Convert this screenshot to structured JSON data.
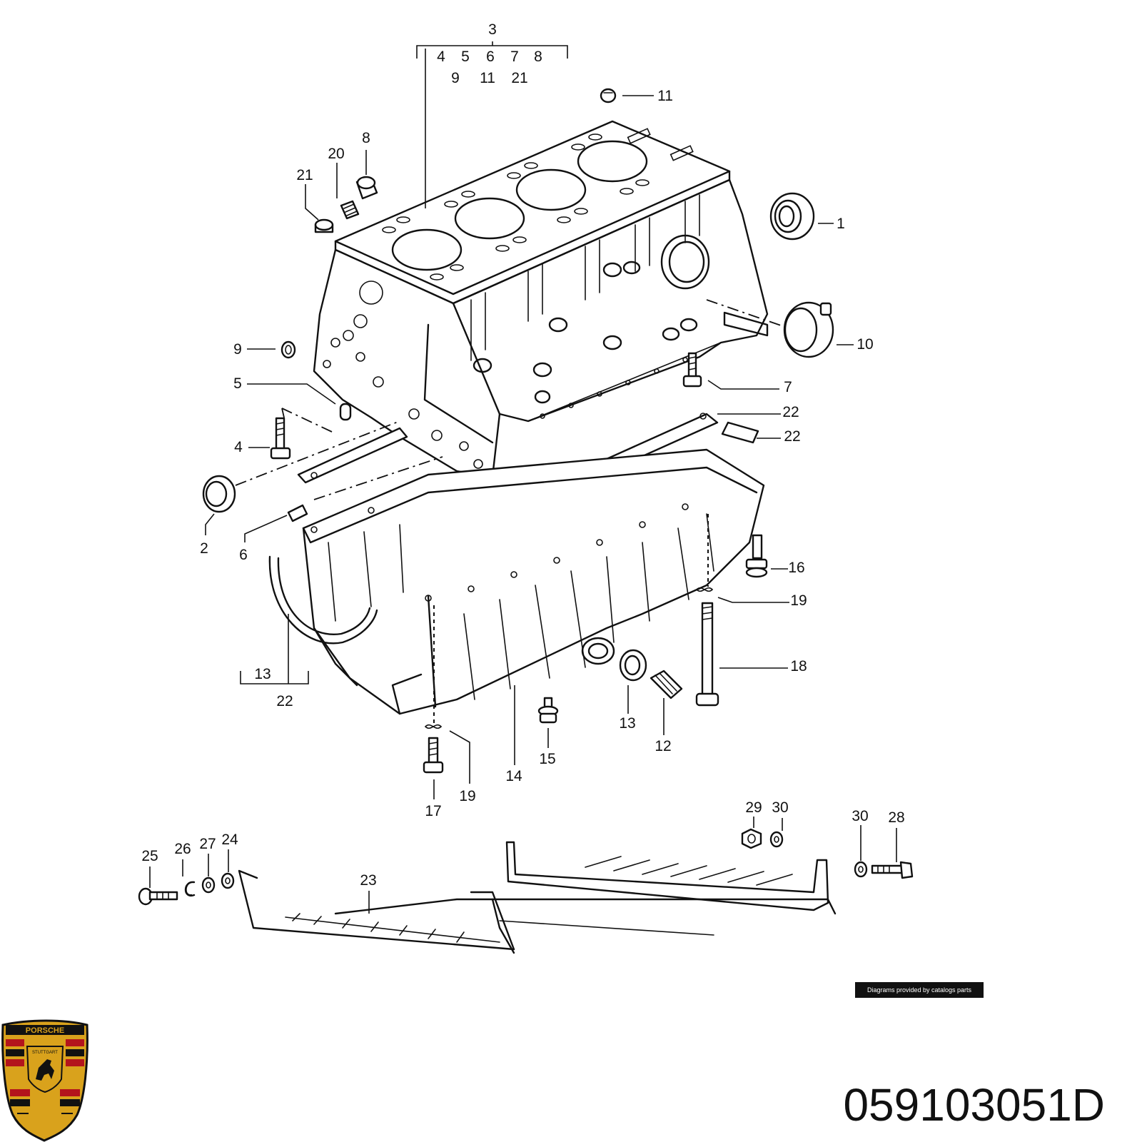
{
  "diagram": {
    "callouts": [
      {
        "id": "c3",
        "text": "3"
      },
      {
        "id": "c4a",
        "text": "4"
      },
      {
        "id": "c5a",
        "text": "5"
      },
      {
        "id": "c6a",
        "text": "6"
      },
      {
        "id": "c7a",
        "text": "7"
      },
      {
        "id": "c8a",
        "text": "8"
      },
      {
        "id": "c9a",
        "text": "9"
      },
      {
        "id": "c11a",
        "text": "11"
      },
      {
        "id": "c21a",
        "text": "21"
      },
      {
        "id": "c11",
        "text": "11"
      },
      {
        "id": "c8",
        "text": "8"
      },
      {
        "id": "c20",
        "text": "20"
      },
      {
        "id": "c21",
        "text": "21"
      },
      {
        "id": "c1",
        "text": "1"
      },
      {
        "id": "c10",
        "text": "10"
      },
      {
        "id": "c9",
        "text": "9"
      },
      {
        "id": "c5",
        "text": "5"
      },
      {
        "id": "c7",
        "text": "7"
      },
      {
        "id": "c22a",
        "text": "22"
      },
      {
        "id": "c22b",
        "text": "22"
      },
      {
        "id": "c4",
        "text": "4"
      },
      {
        "id": "c2",
        "text": "2"
      },
      {
        "id": "c6",
        "text": "6"
      },
      {
        "id": "c16",
        "text": "16"
      },
      {
        "id": "c19a",
        "text": "19"
      },
      {
        "id": "c18",
        "text": "18"
      },
      {
        "id": "c13a",
        "text": "13"
      },
      {
        "id": "c22c",
        "text": "22"
      },
      {
        "id": "c13b",
        "text": "13"
      },
      {
        "id": "c12",
        "text": "12"
      },
      {
        "id": "c15",
        "text": "15"
      },
      {
        "id": "c14",
        "text": "14"
      },
      {
        "id": "c19b",
        "text": "19"
      },
      {
        "id": "c17",
        "text": "17"
      },
      {
        "id": "c29",
        "text": "29"
      },
      {
        "id": "c30a",
        "text": "30"
      },
      {
        "id": "c30b",
        "text": "30"
      },
      {
        "id": "c28",
        "text": "28"
      },
      {
        "id": "c25",
        "text": "25"
      },
      {
        "id": "c26",
        "text": "26"
      },
      {
        "id": "c27",
        "text": "27"
      },
      {
        "id": "c24",
        "text": "24"
      },
      {
        "id": "c23",
        "text": "23"
      }
    ],
    "credit": "Diagrams provided by catalogs parts"
  },
  "logo": {
    "brand": "PORSCHE",
    "city": "STUTTGART",
    "colors": {
      "gold": "#d9a21c",
      "red": "#b3141c",
      "black": "#111111"
    }
  },
  "part_number": "059103051D"
}
